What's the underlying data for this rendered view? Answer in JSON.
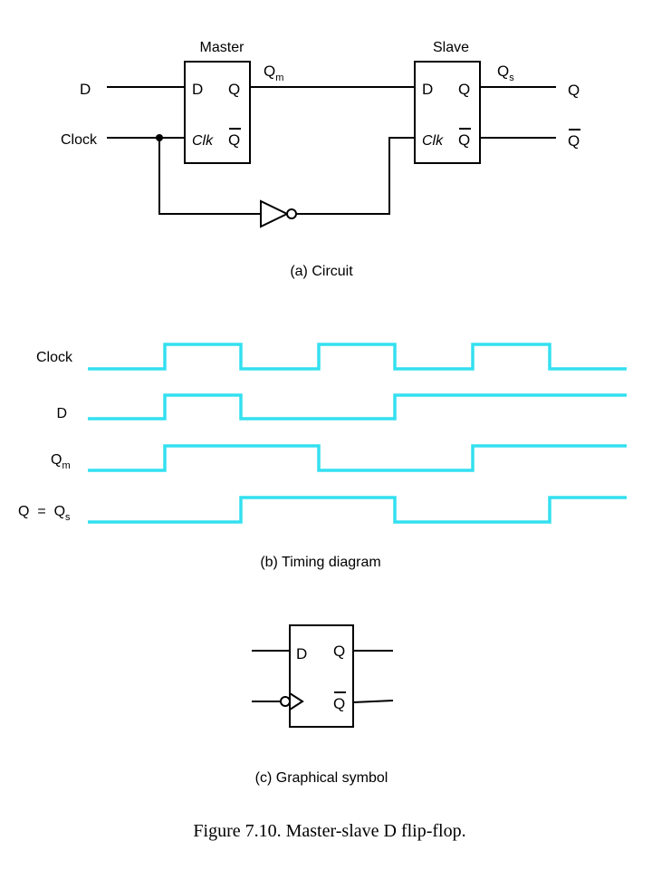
{
  "circuit": {
    "master_label": "Master",
    "slave_label": "Slave",
    "input_d": "D",
    "input_clock": "Clock",
    "ff_d": "D",
    "ff_q": "Q",
    "ff_clk": "Clk",
    "ff_qbar": "Q",
    "qm_main": "Q",
    "qm_sub": "m",
    "qs_main": "Q",
    "qs_sub": "s",
    "out_q": "Q",
    "out_qbar": "Q",
    "caption": "(a) Circuit"
  },
  "timing": {
    "signals": [
      {
        "main": "Clock",
        "sub": "",
        "levels": [
          0,
          1,
          0,
          1,
          0,
          1,
          0
        ]
      },
      {
        "main": "D",
        "sub": "",
        "levels": [
          0,
          1,
          0,
          0,
          1,
          1,
          1
        ]
      },
      {
        "main": "Q",
        "sub": "m",
        "levels": [
          0,
          1,
          1,
          0,
          0,
          1,
          1
        ]
      },
      {
        "prefix": "Q  =  ",
        "main": "Q",
        "sub": "s",
        "levels": [
          0,
          0,
          1,
          1,
          0,
          0,
          1
        ]
      }
    ],
    "times": [
      0,
      1,
      2,
      3,
      4,
      5,
      6,
      7
    ],
    "caption": "(b) Timing diagram"
  },
  "symbol": {
    "d": "D",
    "q": "Q",
    "qbar": "Q",
    "caption": "(c) Graphical symbol"
  },
  "figure_caption": "Figure 7.10.  Master-slave D flip-flop.",
  "colors": {
    "wave": "#33e0f0",
    "line": "#000000"
  }
}
